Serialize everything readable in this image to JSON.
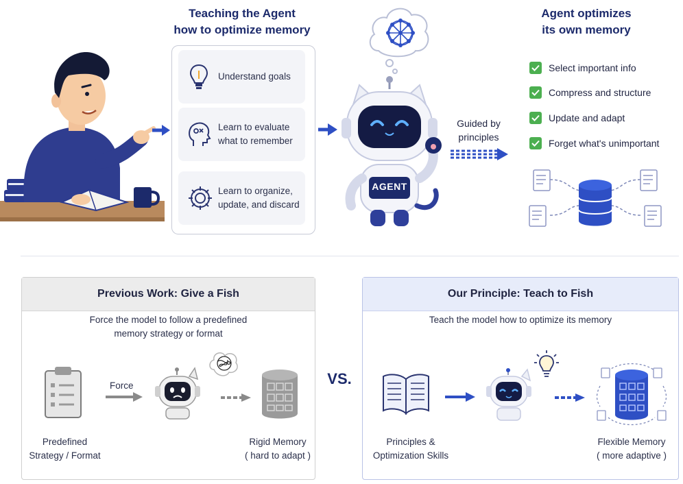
{
  "top": {
    "teaching_title_line1": "Teaching the Agent",
    "teaching_title_line2": "how to optimize memory",
    "steps": [
      {
        "icon": "lightbulb-icon",
        "label": "Understand goals"
      },
      {
        "icon": "head-evaluate-icon",
        "label_line1": "Learn to evaluate",
        "label_line2": "what to remember"
      },
      {
        "icon": "gear-icon",
        "label_line1": "Learn to organize,",
        "label_line2": "update, and discard"
      }
    ],
    "agent_badge": "AGENT",
    "guided_line1": "Guided by",
    "guided_line2": "principles",
    "optimizes_title_line1": "Agent optimizes",
    "optimizes_title_line2": "its own memory",
    "checks": [
      "Select important info",
      "Compress and structure",
      "Update and adapt",
      "Forget what's unimportant"
    ]
  },
  "left_panel": {
    "title": "Previous Work: Give a Fish",
    "subtitle_line1": "Force the model to follow a predefined",
    "subtitle_line2": "memory strategy or format",
    "force_label": "Force",
    "caption_left_line1": "Predefined",
    "caption_left_line2": "Strategy / Format",
    "caption_right_line1": "Rigid Memory",
    "caption_right_line2": "( hard to adapt )"
  },
  "vs_label": "VS.",
  "right_panel": {
    "title": "Our Principle: Teach to Fish",
    "subtitle": "Teach the model how to optimize its memory",
    "caption_left_line1": "Principles &",
    "caption_left_line2": "Optimization Skills",
    "caption_right_line1": "Flexible Memory",
    "caption_right_line2": "( more adaptive )"
  },
  "colors": {
    "navy": "#1c2a6b",
    "accent_blue": "#2e4fc4",
    "check_green": "#4caf50",
    "panel_left_head": "#ececec",
    "panel_right_head": "#e7ecfa"
  }
}
